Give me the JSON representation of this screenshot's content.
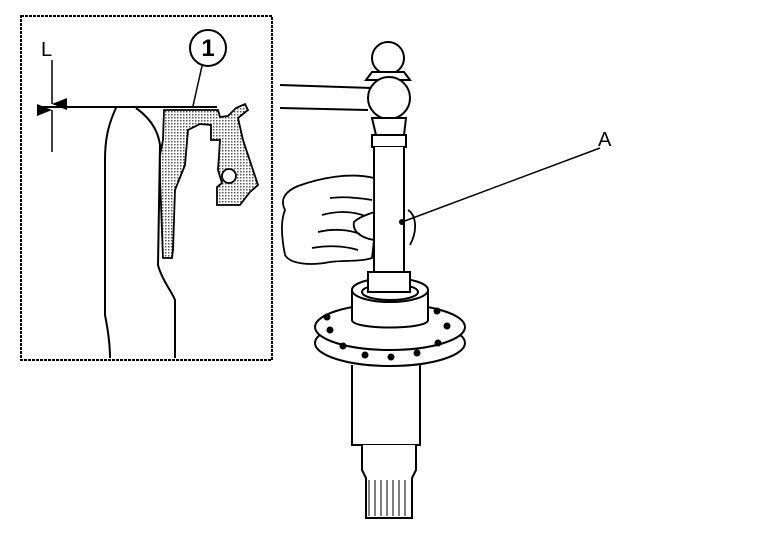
{
  "labels": {
    "dimension": "L",
    "part_number": "1",
    "tool": "A"
  },
  "colors": {
    "line": "#000000",
    "hatch": "#9a9a9a",
    "background": "#ffffff"
  }
}
